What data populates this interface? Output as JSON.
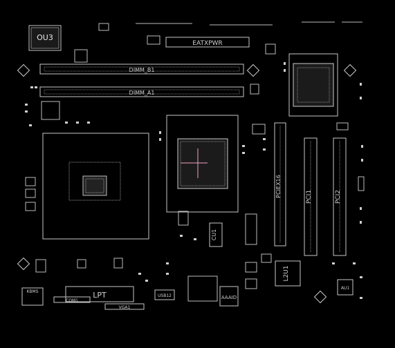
{
  "labels": {
    "ou3": "OU3",
    "eatxpwr": "EATXPWR",
    "dimm_b1": "DIMM_B1",
    "dimm_a1": "DIMM_A1",
    "pciex16": "PCIEX16",
    "pci1": "PCI1",
    "pci2": "PCI2",
    "cu1": "CU1",
    "l2u1": "L2U1",
    "lpt": "LPT",
    "au1": "AU1",
    "audio": "AAAID",
    "usb12": "USB12",
    "kbms": "KBMS",
    "com1": "COM1",
    "vga1": "VGA1"
  },
  "colors": {
    "background": "#000000",
    "trace": "#c8c8c8",
    "pin": "#d0d0d0",
    "highlight": "#f0a0c0"
  }
}
